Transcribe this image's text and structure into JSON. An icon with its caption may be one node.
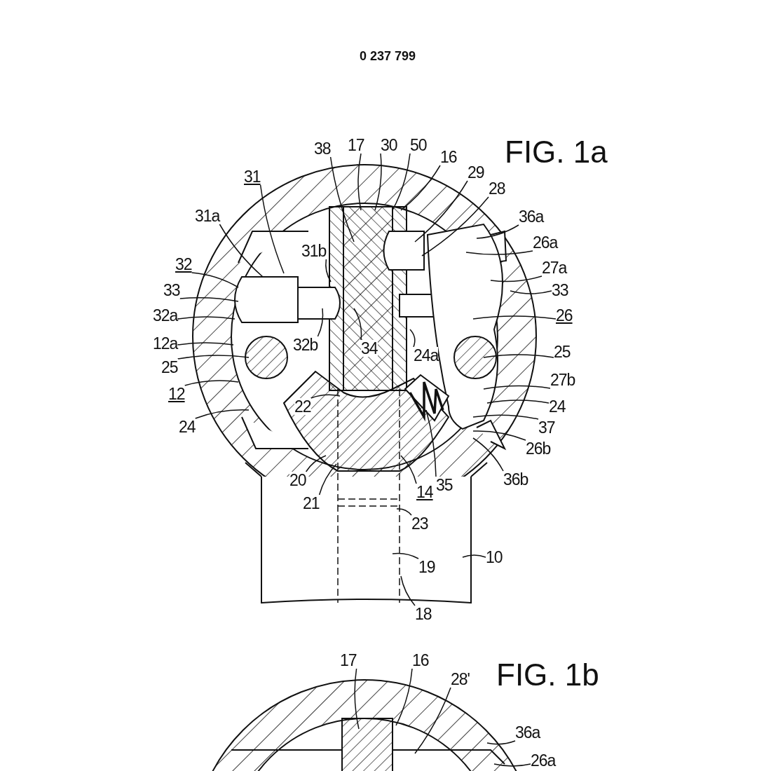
{
  "diagram": {
    "nodes": [
      {
        "text": [
          "38"
        ]
      },
      {
        "text": [
          "17"
        ]
      },
      {
        "text": [
          "30"
        ]
      },
      {
        "text": [
          "50"
        ]
      },
      {
        "text": [
          "16"
        ]
      },
      {
        "text": [
          "29"
        ]
      },
      {
        "text": [
          "28"
        ]
      },
      {
        "text": [
          "31"
        ]
      },
      {
        "text": [
          "31a"
        ]
      },
      {
        "text": [
          "36a"
        ]
      },
      {
        "text": [
          "31b"
        ]
      },
      {
        "text": [
          "26a"
        ]
      },
      {
        "text": [
          "32"
        ]
      },
      {
        "text": [
          "27a"
        ]
      },
      {
        "text": [
          "33"
        ]
      },
      {
        "text": [
          "33"
        ]
      },
      {
        "text": [
          "32a"
        ]
      },
      {
        "text": [
          "26"
        ]
      },
      {
        "text": [
          "12a"
        ]
      },
      {
        "text": [
          "32b"
        ]
      },
      {
        "text": [
          "34"
        ]
      },
      {
        "text": [
          "24a"
        ]
      },
      {
        "text": [
          "25"
        ]
      },
      {
        "text": [
          "25"
        ]
      },
      {
        "text": [
          "27b"
        ]
      },
      {
        "text": [
          "12"
        ]
      },
      {
        "text": [
          "22"
        ]
      },
      {
        "text": [
          "24"
        ]
      },
      {
        "text": [
          "24"
        ]
      },
      {
        "text": [
          "37"
        ]
      },
      {
        "text": [
          "26b"
        ]
      },
      {
        "text": [
          "20"
        ]
      },
      {
        "text": [
          "35"
        ]
      },
      {
        "text": [
          "36b"
        ]
      },
      {
        "text": [
          "21"
        ]
      },
      {
        "text": [
          "14"
        ]
      },
      {
        "text": [
          "23"
        ]
      },
      {
        "text": [
          "10"
        ]
      },
      {
        "text": [
          "19"
        ]
      },
      {
        "text": [
          "18"
        ]
      },
      {
        "text": [
          "17"
        ]
      },
      {
        "text": [
          "16"
        ]
      },
      {
        "text": [
          "28'"
        ]
      },
      {
        "text": [
          "36a"
        ]
      },
      {
        "text": [
          "26a"
        ]
      }
    ],
    "edges": [
      {
        "from": 0,
        "to": null,
        "arrow": "none"
      },
      {
        "from": 1,
        "to": null,
        "arrow": "none"
      },
      {
        "from": 2,
        "to": null,
        "arrow": "none"
      },
      {
        "from": 3,
        "to": null,
        "arrow": "none"
      },
      {
        "from": 4,
        "to": null,
        "arrow": "none"
      },
      {
        "from": 5,
        "to": null,
        "arrow": "none"
      },
      {
        "from": 6,
        "to": null,
        "arrow": "none"
      },
      {
        "from": 7,
        "to": null,
        "arrow": "none"
      },
      {
        "from": 8,
        "to": null,
        "arrow": "none"
      },
      {
        "from": 9,
        "to": null,
        "arrow": "none"
      },
      {
        "from": 10,
        "to": null,
        "arrow": "none"
      },
      {
        "from": 11,
        "to": null,
        "arrow": "none"
      },
      {
        "from": 12,
        "to": null,
        "arrow": "none"
      },
      {
        "from": 13,
        "to": null,
        "arrow": "none"
      },
      {
        "from": 14,
        "to": null,
        "arrow": "none"
      },
      {
        "from": 15,
        "to": null,
        "arrow": "none"
      },
      {
        "from": 16,
        "to": null,
        "arrow": "none"
      },
      {
        "from": 17,
        "to": null,
        "arrow": "none"
      },
      {
        "from": 18,
        "to": null,
        "arrow": "none"
      },
      {
        "from": 19,
        "to": null,
        "arrow": "none"
      },
      {
        "from": 20,
        "to": null,
        "arrow": "none"
      },
      {
        "from": 21,
        "to": null,
        "arrow": "none"
      },
      {
        "from": 22,
        "to": null,
        "arrow": "none"
      },
      {
        "from": 23,
        "to": null,
        "arrow": "none"
      },
      {
        "from": 24,
        "to": null,
        "arrow": "none"
      },
      {
        "from": 25,
        "to": null,
        "arrow": "none"
      },
      {
        "from": 26,
        "to": null,
        "arrow": "none"
      },
      {
        "from": 27,
        "to": null,
        "arrow": "none"
      },
      {
        "from": 28,
        "to": null,
        "arrow": "none"
      },
      {
        "from": 29,
        "to": null,
        "arrow": "none"
      },
      {
        "from": 30,
        "to": null,
        "arrow": "none"
      },
      {
        "from": 31,
        "to": null,
        "arrow": "none"
      },
      {
        "from": 32,
        "to": null,
        "arrow": "none"
      },
      {
        "from": 33,
        "to": null,
        "arrow": "none"
      },
      {
        "from": 34,
        "to": null,
        "arrow": "none"
      },
      {
        "from": 35,
        "to": null,
        "arrow": "none"
      },
      {
        "from": 36,
        "to": null,
        "arrow": "none"
      },
      {
        "from": 37,
        "to": null,
        "arrow": "none"
      },
      {
        "from": 38,
        "to": null,
        "arrow": "none"
      },
      {
        "from": 39,
        "to": null,
        "arrow": "none"
      },
      {
        "from": 40,
        "to": null,
        "arrow": "none"
      },
      {
        "from": 41,
        "to": null,
        "arrow": "none"
      },
      {
        "from": 42,
        "to": null,
        "arrow": "none"
      },
      {
        "from": 43,
        "to": null,
        "arrow": "none"
      },
      {
        "from": 44,
        "to": null,
        "arrow": "none"
      }
    ],
    "labels": [
      "0 237 799",
      "FIG. 1a",
      "FIG. 1b"
    ]
  }
}
